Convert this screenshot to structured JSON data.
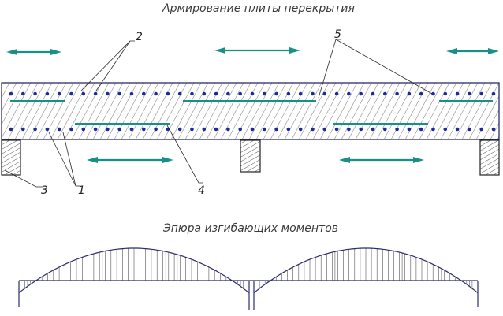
{
  "title": "Армирование плиты перекрытия",
  "moment_title": "Эпюра изгибающих моментов",
  "callouts": {
    "rebar_lower": "1",
    "rebar_upper": "2",
    "support": "3",
    "bar_bottom": "4",
    "bar_top": "5"
  },
  "colors": {
    "rebar_dots": "#1b2b9c",
    "bars_and_arrows": "#1a8f86",
    "outline": "#2b2b6e"
  }
}
